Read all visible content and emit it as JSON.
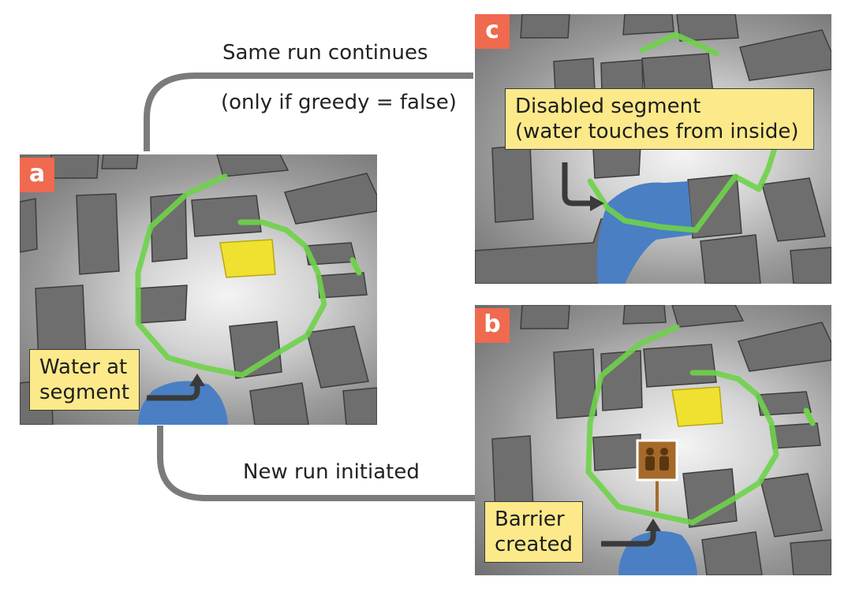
{
  "panels": {
    "a": {
      "tag": "a",
      "callout": [
        "Water at",
        "segment"
      ]
    },
    "b": {
      "tag": "b",
      "callout": [
        "Barrier",
        "created"
      ]
    },
    "c": {
      "tag": "c",
      "callout": [
        "Disabled segment",
        "(water touches from inside)"
      ]
    }
  },
  "edges": {
    "top": {
      "line1": "Same run continues",
      "line2": "(only if greedy = false)"
    },
    "bottom": {
      "label": "New run initiated"
    }
  },
  "colors": {
    "tag": "#ef6a4f",
    "callout": "#fbe98a",
    "segment": "#6fd14a",
    "water": "#4a7fc4",
    "target": "#f0e030",
    "barrier": "#a56a2a",
    "connector": "#7b7b7b",
    "arrow": "#3a3a3a"
  }
}
